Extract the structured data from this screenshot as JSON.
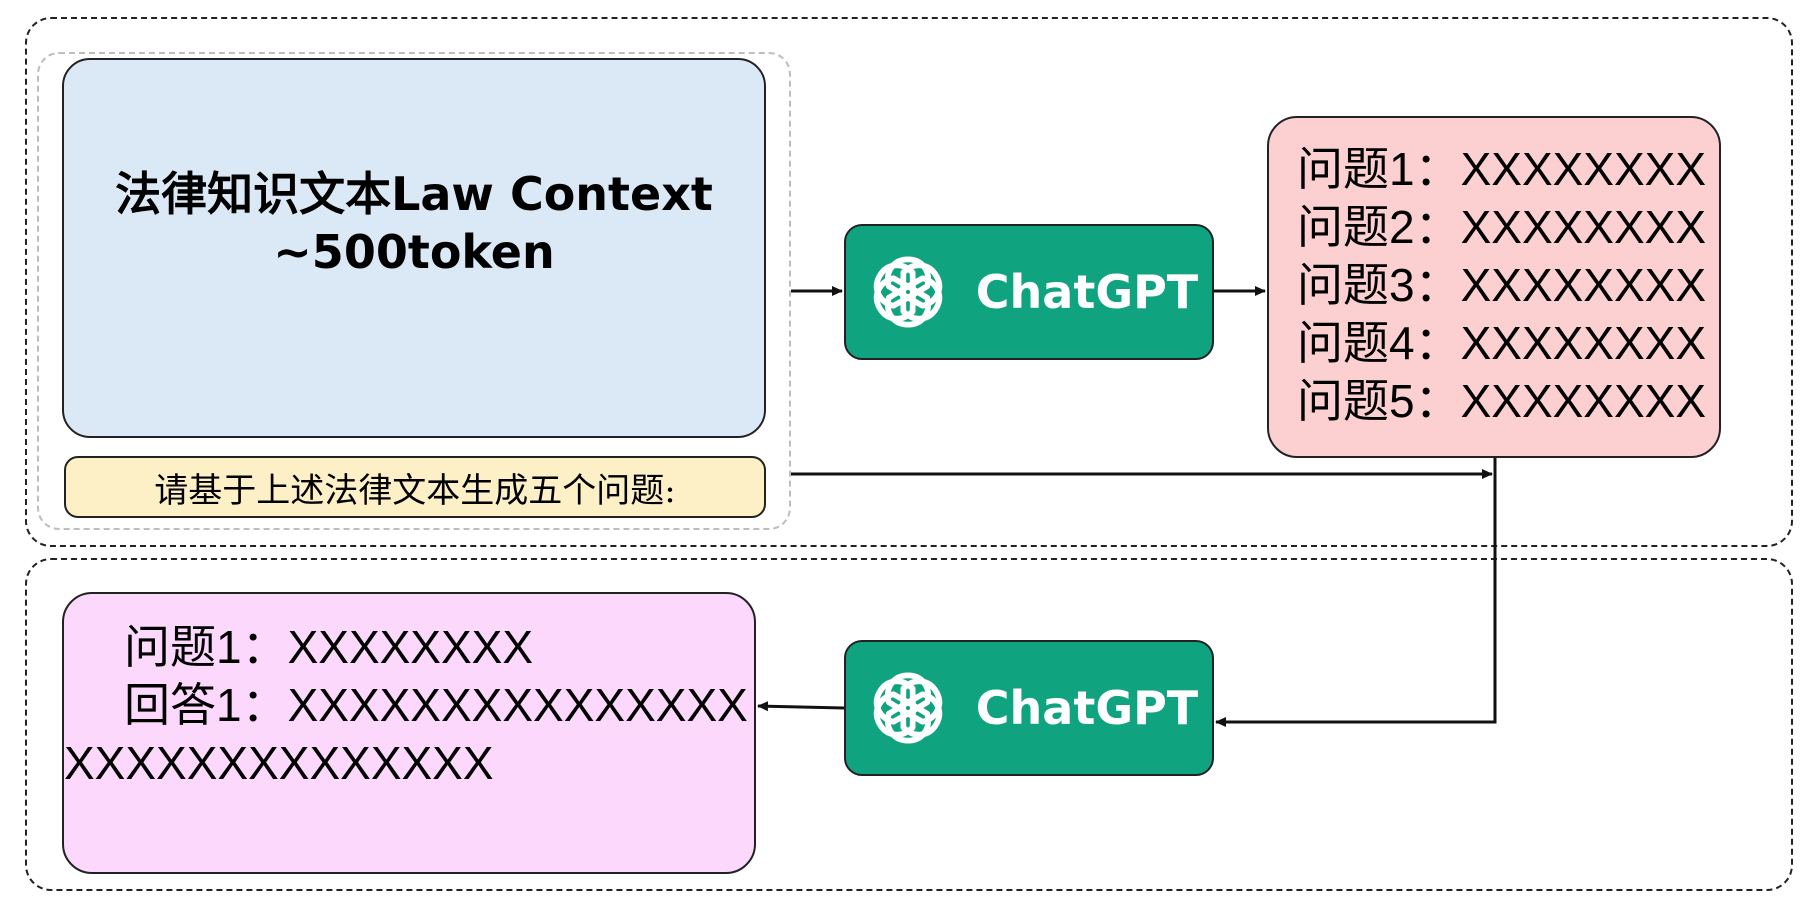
{
  "context": {
    "title": "法律知识文本Law Context",
    "token": "~500token"
  },
  "prompt": {
    "text": "请基于上述法律文本生成五个问题:"
  },
  "chatgpt": {
    "label": "ChatGPT",
    "icon": "openai-logo-icon",
    "color": "#10a37f"
  },
  "questions": [
    "问题1：XXXXXXXX",
    "问题2：XXXXXXXX",
    "问题3：XXXXXXXX",
    "问题4：XXXXXXXX",
    "问题5：XXXXXXXX"
  ],
  "answer": {
    "question": "问题1：XXXXXXXX",
    "answer_line1": "回答1：XXXXXXXXXXXXXXX",
    "answer_line2": "XXXXXXXXXXXXXX"
  },
  "colors": {
    "context_bg": "#dbe9f7",
    "prompt_bg": "#fdf0c6",
    "questions_bg": "#fcd0d0",
    "answer_bg": "#fcd9fc"
  }
}
